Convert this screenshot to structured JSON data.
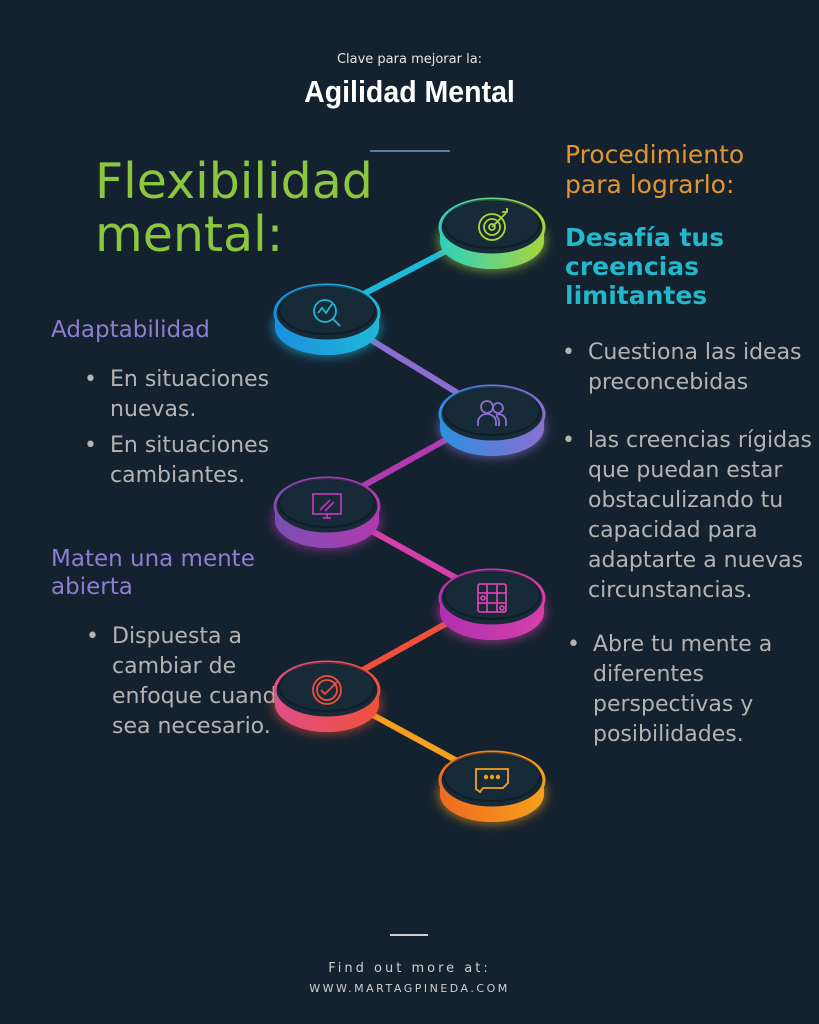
{
  "header": {
    "subtitle": "Clave para mejorar la:",
    "title": "Agilidad Mental"
  },
  "left": {
    "heading": "Flexibilidad mental:",
    "section1": {
      "title": "Adaptabilidad",
      "bullets": [
        "En situaciones nuevas.",
        "En situaciones cambiantes."
      ]
    },
    "section2": {
      "title": "Maten una mente abierta",
      "bullets": [
        "Dispuesta a cambiar de enfoque cuando sea necesario."
      ]
    }
  },
  "right": {
    "heading": "Procedimiento para lograrlo:",
    "subheading": "Desafía tus creencias limitantes",
    "bullets": [
      "Cuestiona las ideas preconcebidas",
      "las creencias rígidas que puedan estar obstaculizando tu capacidad para adaptarte a nuevas circunstancias.",
      "Abre tu mente a diferentes perspectivas y posibilidades."
    ]
  },
  "timeline": {
    "nodes": [
      {
        "icon": "target-icon",
        "color": "#a6d63a",
        "color2": "#2fd0c0"
      },
      {
        "icon": "search-chart-icon",
        "color": "#1fb8d8",
        "color2": "#1a8fe0"
      },
      {
        "icon": "people-icon",
        "color": "#8b6fd0",
        "color2": "#2a8fe0"
      },
      {
        "icon": "monitor-growth-icon",
        "color": "#b23ab0",
        "color2": "#7a4fb0"
      },
      {
        "icon": "grid-icon",
        "color": "#d540a8",
        "color2": "#b030b0"
      },
      {
        "icon": "check-target-icon",
        "color": "#f0503a",
        "color2": "#e04f8a"
      },
      {
        "icon": "chat-icon",
        "color": "#f5a01c",
        "color2": "#f06a20"
      }
    ]
  },
  "footer": {
    "line1": "Find out more at:",
    "line2": "WWW.MARTAGPINEDA.COM"
  }
}
